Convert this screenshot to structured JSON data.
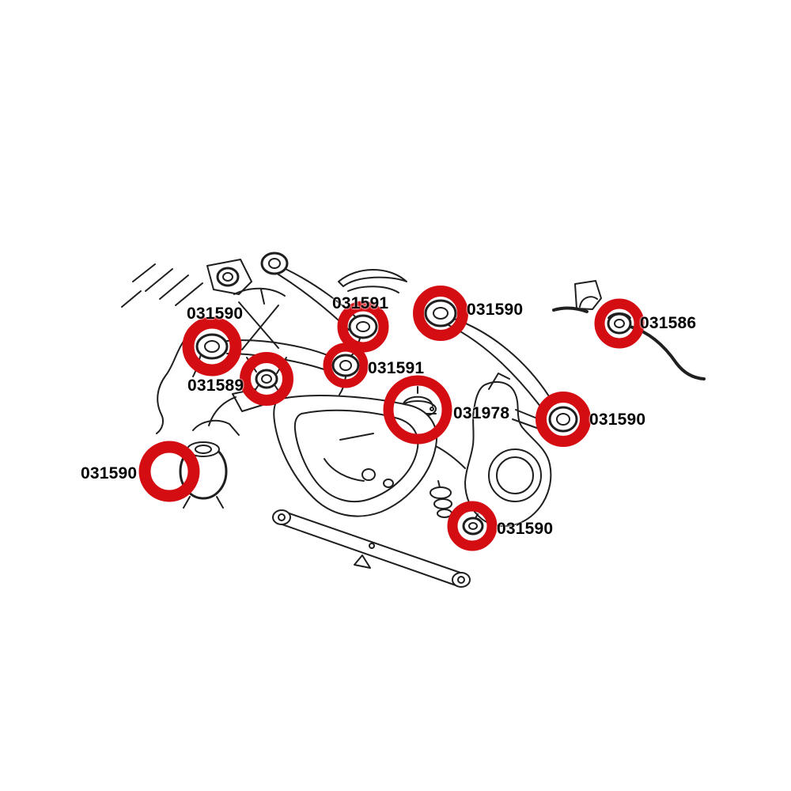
{
  "diagram": {
    "description": "Rear axle suspension line drawing with bushing positions highlighted in red",
    "highlight_color": "#d40d12",
    "line_color": "#1f1f1f",
    "background_color": "#ffffff",
    "labels": [
      {
        "part_number": "031590"
      },
      {
        "part_number": "031591"
      },
      {
        "part_number": "031590"
      },
      {
        "part_number": "031586"
      },
      {
        "part_number": "031589"
      },
      {
        "part_number": "031591"
      },
      {
        "part_number": "031978"
      },
      {
        "part_number": "031590"
      },
      {
        "part_number": "031590"
      },
      {
        "part_number": "031590"
      }
    ]
  }
}
